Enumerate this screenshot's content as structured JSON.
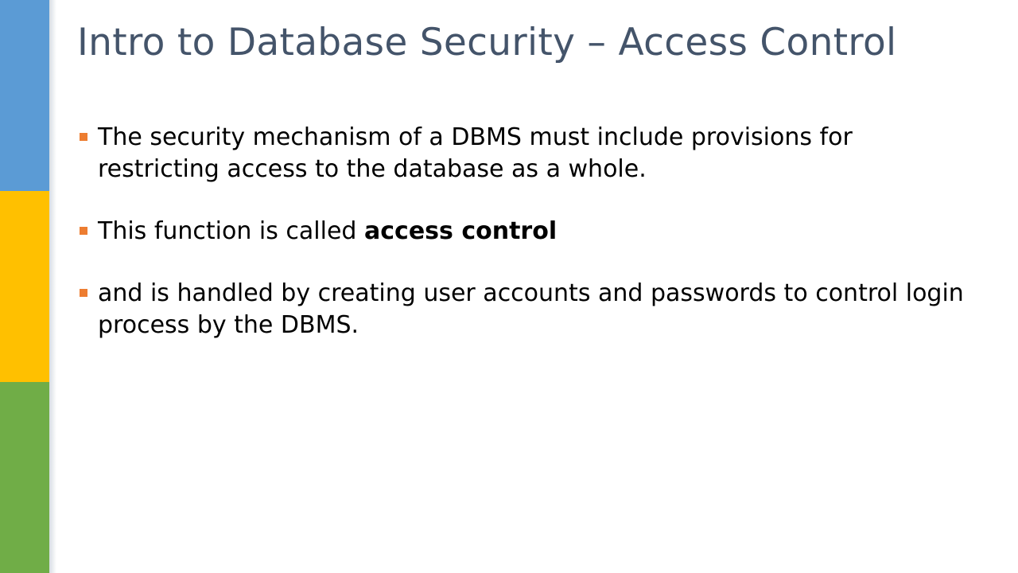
{
  "slide": {
    "title": "Intro to Database Security – Access Control",
    "bullets": [
      {
        "text": "The security mechanism of a DBMS must include provisions for restricting access to the database as a whole."
      },
      {
        "text_before": "This function is called ",
        "emphasis": "access control"
      },
      {
        "text": "and is handled by creating user accounts and passwords to control login process by the DBMS."
      }
    ]
  },
  "colors": {
    "bar_blue": "#5b9bd5",
    "bar_yellow": "#ffc000",
    "bar_green": "#70ad47",
    "title_text": "#44546a",
    "bullet_marker": "#ed7d31"
  },
  "icons": {
    "bullet_marker": "square-bullet-icon"
  }
}
